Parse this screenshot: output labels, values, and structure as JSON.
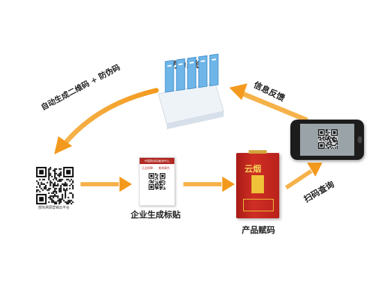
{
  "labels": {
    "system": "防伪系统",
    "generate_code": "自动生成二维码 + 防伪码",
    "feedback": "信息反馈",
    "company_label": "企业生成标贴",
    "product_code": "产品赋码",
    "scan_query": "扫码查询",
    "qr_caption": "部伪溯源营销云平台",
    "label_header": "中国防伪码查询中心",
    "label_tag1": "正品保障",
    "label_tag2": "查询真伪",
    "product_brand": "云烟"
  },
  "colors": {
    "arrow": "#f5a623",
    "arrow_dark": "#e8871a",
    "server_blue": "#6fb6e8",
    "box_red": "#c0261f",
    "gold": "#f0c23a"
  }
}
